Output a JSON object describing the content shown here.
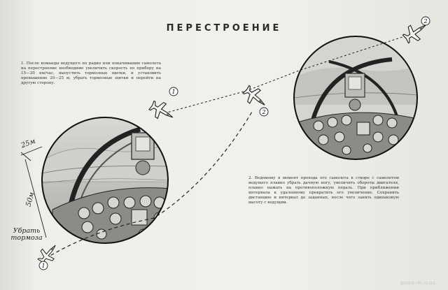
{
  "title": "ПЕРЕСТРОЕНИЕ",
  "header_ghost": "",
  "paragraph1": "1. После команды ведущего по радио или покачиванию самолета на перестроение необходимо увеличить скорость по прибору на 15—20 км/час, выпустить тормозные щитки, и установить превышение 20—25 м, убрать тормозные щитки и перейти на другую сторону.",
  "paragraph2": "2. Ведомому в момент прохода его самолета в створе с самолетом ведущего плавно убрать дачную ногу, увеличить обороты двигателя, плавно нажать на противоположную педаль. При приближении интервала к удаленному прекратить его увеличение. Сохранить дистанцию и интервал до заданных, после чего занять одинаковую высоту с ведущим.",
  "label_25m": "25м",
  "label_50m": "50м",
  "label_brakes": "Убрать тормоза",
  "markers": [
    "1",
    "2",
    "2",
    "1"
  ],
  "watermark": "gorpa-lib.io.ua",
  "colors": {
    "ink": "#1d1d1d",
    "paper": "#efeeea",
    "cockpit_gray": "#8b8b88"
  }
}
